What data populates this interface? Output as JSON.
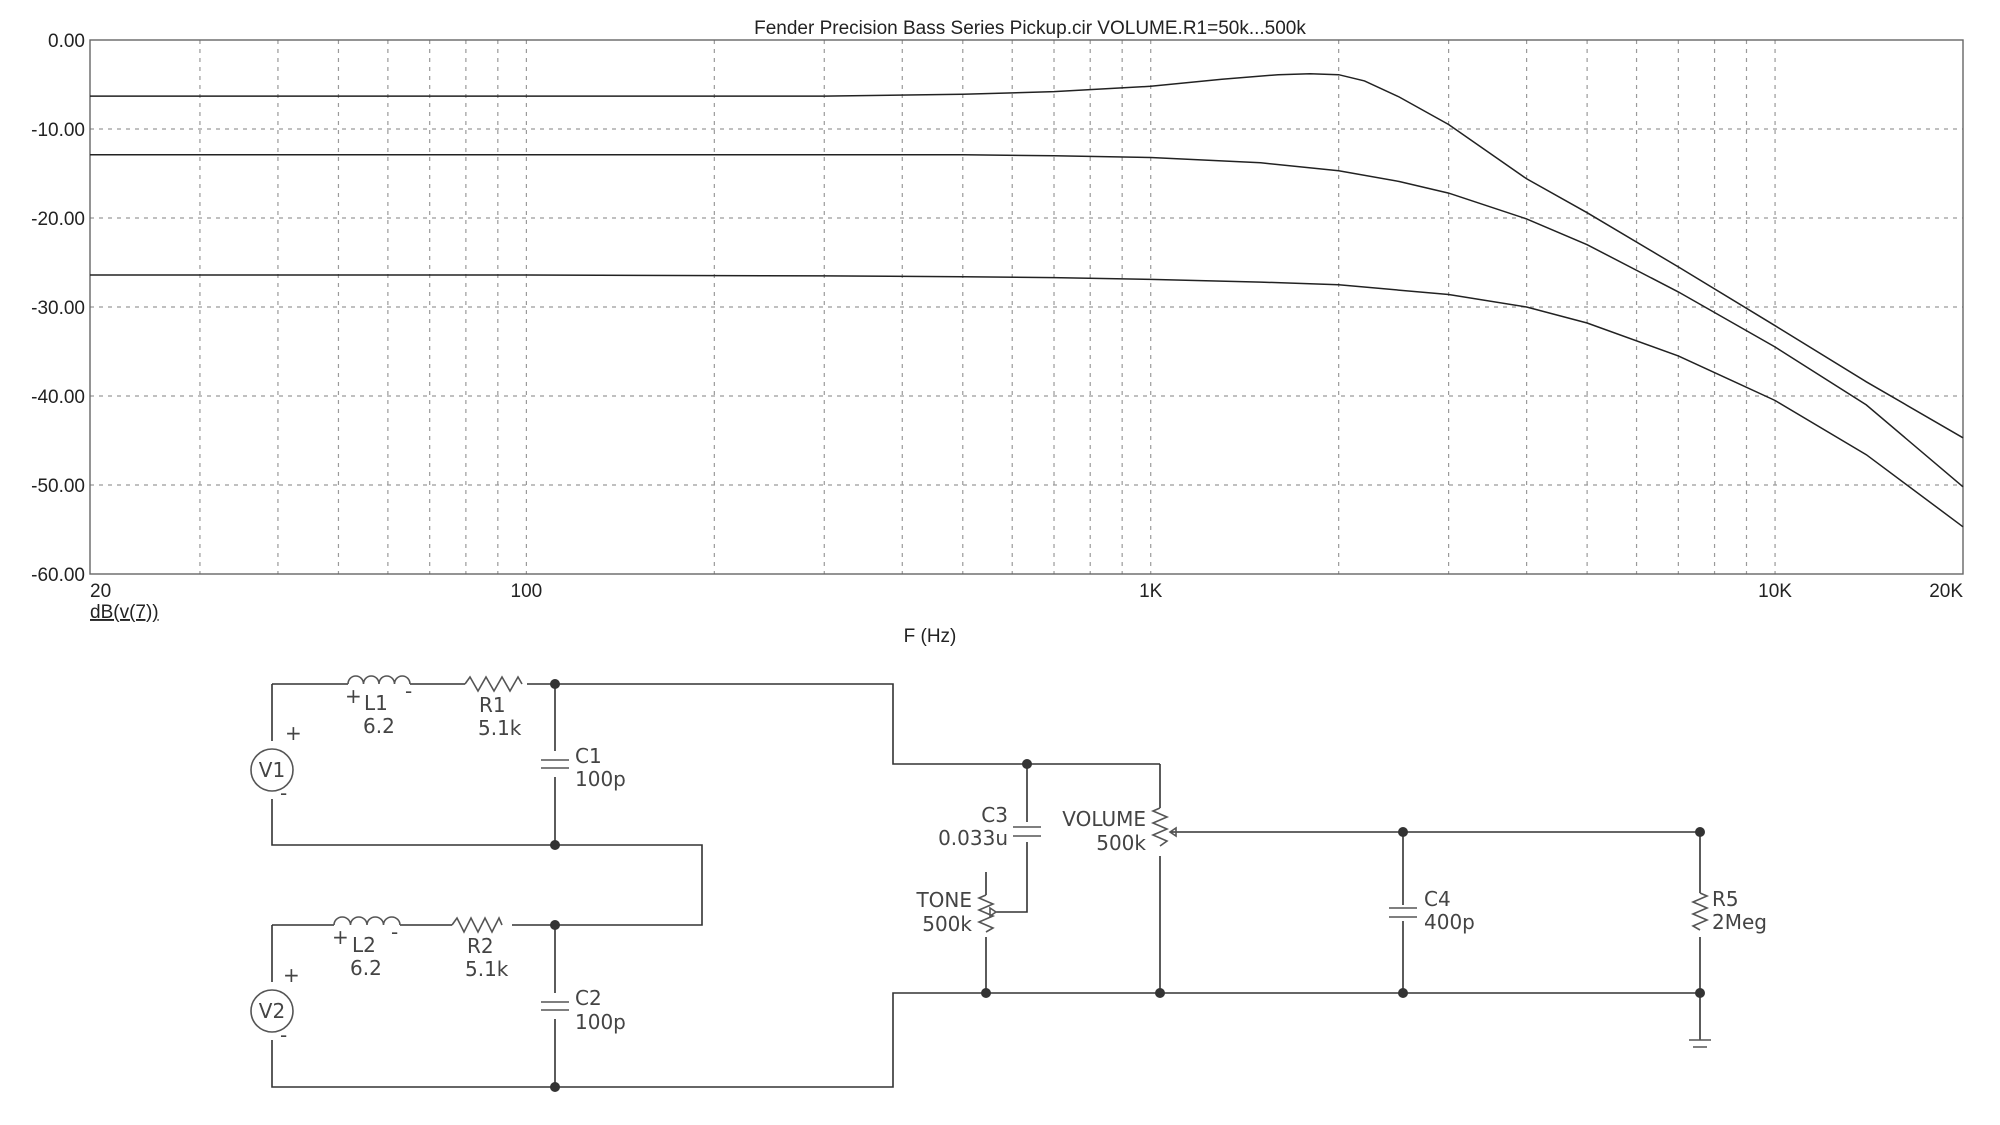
{
  "chart_data": {
    "type": "line",
    "title": "Fender Precision Bass Series Pickup.cir VOLUME.R1=50k...500k",
    "xlabel": "F (Hz)",
    "ylabel": "dB(v(7))",
    "xscale": "log",
    "xlim": [
      20,
      20000
    ],
    "ylim": [
      -60,
      0
    ],
    "grid": true,
    "x_tick_labels": [
      {
        "v": 20,
        "label": "20"
      },
      {
        "v": 100,
        "label": "100"
      },
      {
        "v": 1000,
        "label": "1K"
      },
      {
        "v": 10000,
        "label": "10K"
      },
      {
        "v": 20000,
        "label": "20K"
      }
    ],
    "y_tick_labels": [
      {
        "v": 0,
        "label": "0.00"
      },
      {
        "v": -10,
        "label": "-10.00"
      },
      {
        "v": -20,
        "label": "-20.00"
      },
      {
        "v": -30,
        "label": "-30.00"
      },
      {
        "v": -40,
        "label": "-40.00"
      },
      {
        "v": -50,
        "label": "-50.00"
      },
      {
        "v": -60,
        "label": "-60.00"
      }
    ],
    "series": [
      {
        "x": [
          20,
          100,
          300,
          500,
          700,
          1000,
          1300,
          1600,
          1800,
          2000,
          2200,
          2500,
          3000,
          4000,
          5000,
          7000,
          10000,
          14000,
          20000
        ],
        "y": [
          -6.3,
          -6.3,
          -6.3,
          -6.1,
          -5.8,
          -5.2,
          -4.4,
          -3.9,
          -3.8,
          -3.9,
          -4.6,
          -6.4,
          -9.5,
          -15.6,
          -19.4,
          -25.5,
          -32.1,
          -38.4,
          -44.7
        ]
      },
      {
        "x": [
          20,
          100,
          300,
          500,
          700,
          1000,
          1500,
          2000,
          2500,
          3000,
          4000,
          5000,
          7000,
          10000,
          14000,
          20000
        ],
        "y": [
          -12.9,
          -12.9,
          -12.9,
          -12.9,
          -13.0,
          -13.2,
          -13.8,
          -14.7,
          -15.9,
          -17.2,
          -20.1,
          -23.0,
          -28.3,
          -34.5,
          -41.0,
          -50.2
        ]
      },
      {
        "x": [
          20,
          100,
          300,
          500,
          700,
          1000,
          1500,
          2000,
          3000,
          4000,
          5000,
          7000,
          10000,
          14000,
          20000
        ],
        "y": [
          -26.4,
          -26.4,
          -26.5,
          -26.6,
          -26.7,
          -26.9,
          -27.2,
          -27.5,
          -28.6,
          -30.0,
          -31.8,
          -35.5,
          -40.5,
          -46.6,
          -54.7
        ]
      }
    ]
  },
  "schematic": {
    "v1": {
      "name": "V1",
      "plus": "+",
      "minus": "-"
    },
    "v2": {
      "name": "V2",
      "plus": "+",
      "minus": "-"
    },
    "l1": {
      "name": "L1",
      "value": "6.2",
      "plus": "+",
      "minus": "-"
    },
    "l2": {
      "name": "L2",
      "value": "6.2",
      "plus": "+",
      "minus": "-"
    },
    "r1": {
      "name": "R1",
      "value": "5.1k"
    },
    "r2": {
      "name": "R2",
      "value": "5.1k"
    },
    "c1": {
      "name": "C1",
      "value": "100p"
    },
    "c2": {
      "name": "C2",
      "value": "100p"
    },
    "c3": {
      "name": "C3",
      "value": "0.033u"
    },
    "c4": {
      "name": "C4",
      "value": "400p"
    },
    "tone": {
      "name": "TONE",
      "value": "500k"
    },
    "volume": {
      "name": "VOLUME",
      "value": "500k"
    },
    "r5": {
      "name": "R5",
      "value": "2Meg"
    }
  }
}
